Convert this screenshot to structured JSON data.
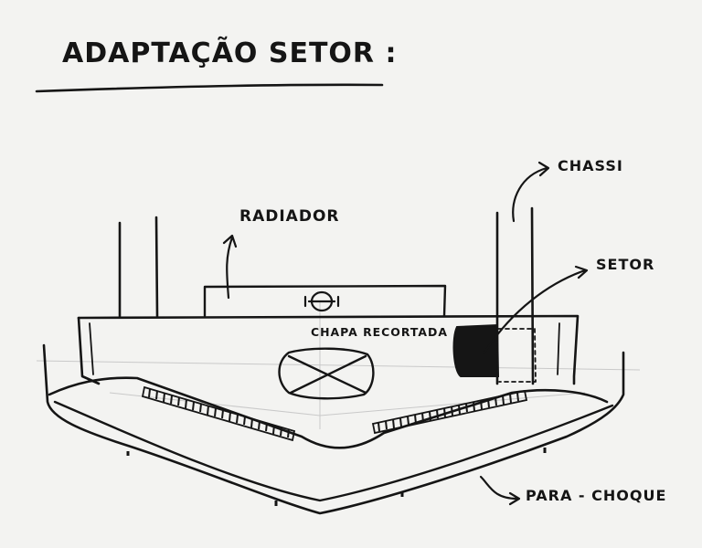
{
  "title": "ADAPTAÇÃO SETOR :",
  "labels": {
    "radiador": "RADIADOR",
    "chassi": "CHASSI",
    "setor": "SETOR",
    "chapa_recortada": "CHAPA RECORTADA",
    "para_choque": "PARA - CHOQUE"
  },
  "colors": {
    "paper": "#f3f3f1",
    "ink": "#151515",
    "guide_lines": "#c9c9c9"
  }
}
